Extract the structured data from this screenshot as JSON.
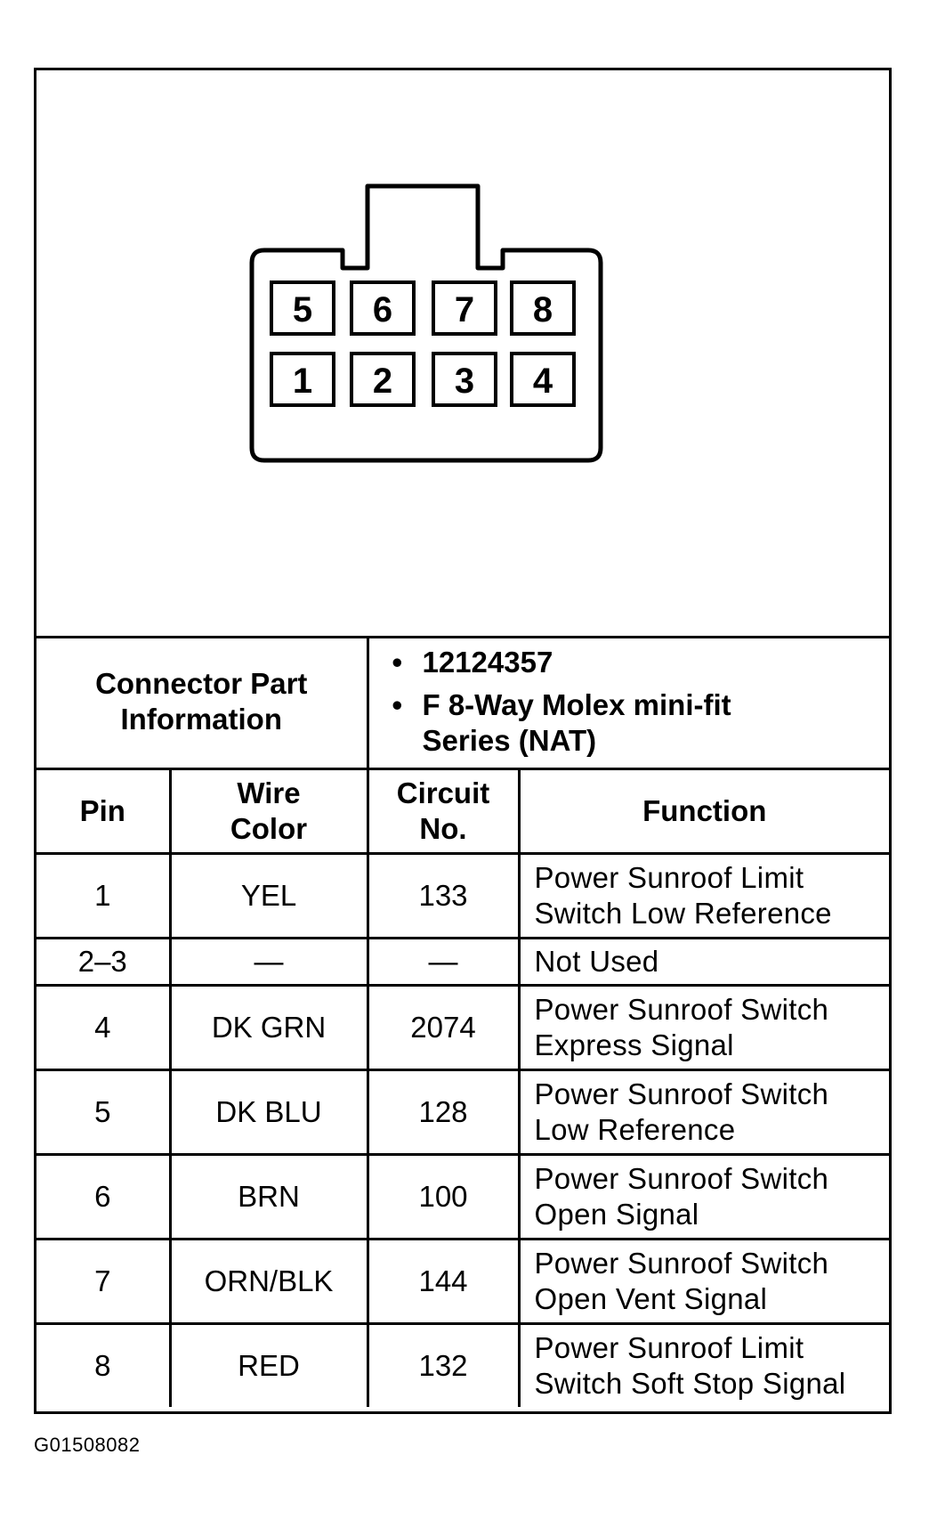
{
  "connector": {
    "pins_top": [
      "5",
      "6",
      "7",
      "8"
    ],
    "pins_bottom": [
      "1",
      "2",
      "3",
      "4"
    ]
  },
  "part_info": {
    "label_line1": "Connector Part",
    "label_line2": "Information",
    "items": [
      "12124357",
      "F 8-Way Molex mini-fit",
      "Series (NAT)"
    ]
  },
  "table": {
    "headers": {
      "pin": "Pin",
      "wire_line1": "Wire",
      "wire_line2": "Color",
      "circuit_line1": "Circuit",
      "circuit_line2": "No.",
      "function": "Function"
    },
    "rows": [
      {
        "pin": "1",
        "color": "YEL",
        "circuit": "133",
        "func1": "Power Sunroof Limit",
        "func2": "Switch Low Reference"
      },
      {
        "pin": "2–3",
        "color": "—",
        "circuit": "—",
        "func1": "Not Used",
        "func2": ""
      },
      {
        "pin": "4",
        "color": "DK GRN",
        "circuit": "2074",
        "func1": "Power Sunroof Switch",
        "func2": "Express Signal"
      },
      {
        "pin": "5",
        "color": "DK BLU",
        "circuit": "128",
        "func1": "Power Sunroof Switch",
        "func2": "Low Reference"
      },
      {
        "pin": "6",
        "color": "BRN",
        "circuit": "100",
        "func1": "Power Sunroof Switch",
        "func2": "Open Signal"
      },
      {
        "pin": "7",
        "color": "ORN/BLK",
        "circuit": "144",
        "func1": "Power Sunroof Switch",
        "func2": "Open Vent Signal"
      },
      {
        "pin": "8",
        "color": "RED",
        "circuit": "132",
        "func1": "Power Sunroof Limit",
        "func2": "Switch Soft Stop Signal"
      }
    ]
  },
  "figure_code": "G01508082"
}
